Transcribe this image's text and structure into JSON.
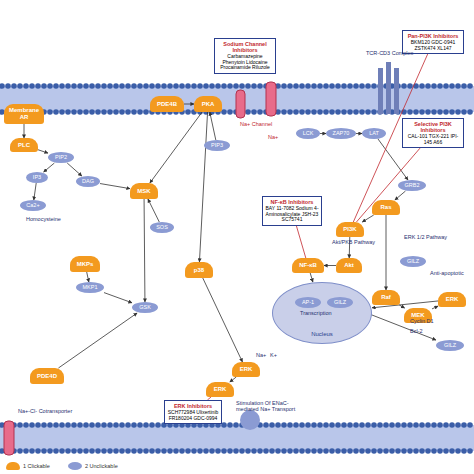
{
  "diagram": {
    "nodes": [
      {
        "text": [
          "Sodium Channel Inhibitors",
          "Carbamazepine Phenytoin Lidocaine Procainamide Riluzole"
        ]
      },
      {
        "text": [
          "Pan-PI3K Inhibitors",
          "BKM120 GDC-0941 ZSTK474 XL147"
        ]
      },
      {
        "text": [
          "Selective PI3K Inhibitors",
          "CAL-101 TGX-221 IPI-145 A66"
        ]
      },
      {
        "text": [
          "NF-κB Inhibitors",
          "BAY 11-7082 Sodium 4-Aminosalicylate JSH-23 SC75741"
        ]
      },
      {
        "text": [
          "ERK Inhibitors",
          "SCH772984 Ulixertinib FR180204 GDC-0994"
        ]
      },
      {
        "text": [
          "Nucleus"
        ]
      },
      {
        "text": [
          "AP-1"
        ],
        "in": 5
      },
      {
        "text": [
          "GILZ"
        ],
        "in": 5
      },
      {
        "text": [
          "Membrane AR"
        ]
      },
      {
        "text": [
          "PLC"
        ]
      },
      {
        "text": [
          "PDE4B"
        ]
      },
      {
        "text": [
          "PKA"
        ]
      },
      {
        "text": [
          "MSK"
        ]
      },
      {
        "text": [
          "MKPs"
        ]
      },
      {
        "text": [
          "p38"
        ]
      },
      {
        "text": [
          "PDE4D"
        ]
      },
      {
        "text": [
          "NF-κB"
        ]
      },
      {
        "text": [
          "Akt"
        ]
      },
      {
        "text": [
          "PI3K"
        ]
      },
      {
        "text": [
          "Ras"
        ]
      },
      {
        "text": [
          "Raf"
        ]
      },
      {
        "text": [
          "MEK"
        ]
      },
      {
        "text": [
          "ERK"
        ]
      },
      {
        "text": [
          "ERK"
        ]
      },
      {
        "text": [
          "ERK"
        ]
      },
      {
        "text": [
          "PIP2"
        ]
      },
      {
        "text": [
          "IP3"
        ]
      },
      {
        "text": [
          "DAG"
        ]
      },
      {
        "text": [
          "Ca2+"
        ]
      },
      {
        "text": [
          "PIP3"
        ]
      },
      {
        "text": [
          "SOS"
        ]
      },
      {
        "text": [
          "MKP1"
        ]
      },
      {
        "text": [
          "GSK"
        ]
      },
      {
        "text": [
          "LCK"
        ]
      },
      {
        "text": [
          "ZAP70"
        ]
      },
      {
        "text": [
          "LAT"
        ]
      },
      {
        "text": [
          "GRB2"
        ]
      },
      {
        "text": [
          "GILZ"
        ]
      },
      {
        "text": [
          "GILZ"
        ]
      }
    ],
    "edges": [
      {
        "from": 8,
        "to": 9,
        "arrow": "to"
      },
      {
        "from": 9,
        "to": 25,
        "arrow": "to"
      },
      {
        "from": 25,
        "to": 26,
        "arrow": "to"
      },
      {
        "from": 25,
        "to": 27,
        "arrow": "to"
      },
      {
        "from": 26,
        "to": 28,
        "arrow": "to"
      },
      {
        "from": 27,
        "to": 12,
        "arrow": "to"
      },
      {
        "from": 10,
        "to": 11,
        "arrow": "to"
      },
      {
        "from": 11,
        "to": 12,
        "arrow": "to"
      },
      {
        "from": 11,
        "to": 14,
        "arrow": "to"
      },
      {
        "from": 29,
        "to": 11,
        "arrow": "to"
      },
      {
        "from": 12,
        "to": 32,
        "arrow": "to"
      },
      {
        "from": 30,
        "to": 12,
        "arrow": "to"
      },
      {
        "from": 13,
        "to": 31,
        "arrow": "to"
      },
      {
        "from": 31,
        "to": 32,
        "arrow": "to"
      },
      {
        "from": 15,
        "to": 32,
        "arrow": "to"
      },
      {
        "from": 14,
        "to": 23,
        "arrow": "to"
      },
      {
        "from": 23,
        "to": 24,
        "arrow": "to"
      },
      {
        "from": 33,
        "to": 34,
        "arrow": "to"
      },
      {
        "from": 34,
        "to": 35,
        "arrow": "to"
      },
      {
        "from": 35,
        "to": 36,
        "arrow": "to"
      },
      {
        "from": 36,
        "to": 19,
        "arrow": "to"
      },
      {
        "from": 19,
        "to": 18,
        "arrow": "to"
      },
      {
        "from": 18,
        "to": 17,
        "arrow": "to"
      },
      {
        "from": 17,
        "to": 16,
        "arrow": "to"
      },
      {
        "from": 16,
        "to": 5,
        "arrow": "to"
      },
      {
        "from": 19,
        "to": 20,
        "arrow": "to"
      },
      {
        "from": 20,
        "to": 21,
        "arrow": "to"
      },
      {
        "from": 21,
        "to": 22,
        "arrow": "to"
      },
      {
        "from": 22,
        "to": 5,
        "arrow": "to"
      },
      {
        "from": 7,
        "to": 37,
        "arrow": "to"
      },
      {
        "from": 3,
        "to": 16,
        "arrow": "none"
      },
      {
        "from": 4,
        "to": 24,
        "arrow": "none"
      },
      {
        "from": 1,
        "to": 18,
        "arrow": "none"
      },
      {
        "from": 2,
        "to": 18,
        "arrow": "none"
      }
    ],
    "labels": [
      "Na+ Channel",
      "Na+",
      "TCR-CD3 Complex",
      "Akt/PKB Pathway",
      "ERK 1/2 Pathway",
      "Transcription",
      "Homocysteine",
      "Cyclin D1",
      "Bcl-2",
      "Anti-apoptotic",
      "Stimulation Of ENaC-mediated Na+ Transport",
      "Na+-Cl- Cotransporter",
      "Na+",
      "K+"
    ],
    "legend": [
      {
        "text": "1 Clickable",
        "color": "#f39a1f"
      },
      {
        "text": "2 Unclickable",
        "color": "#8b9bd3"
      }
    ]
  }
}
